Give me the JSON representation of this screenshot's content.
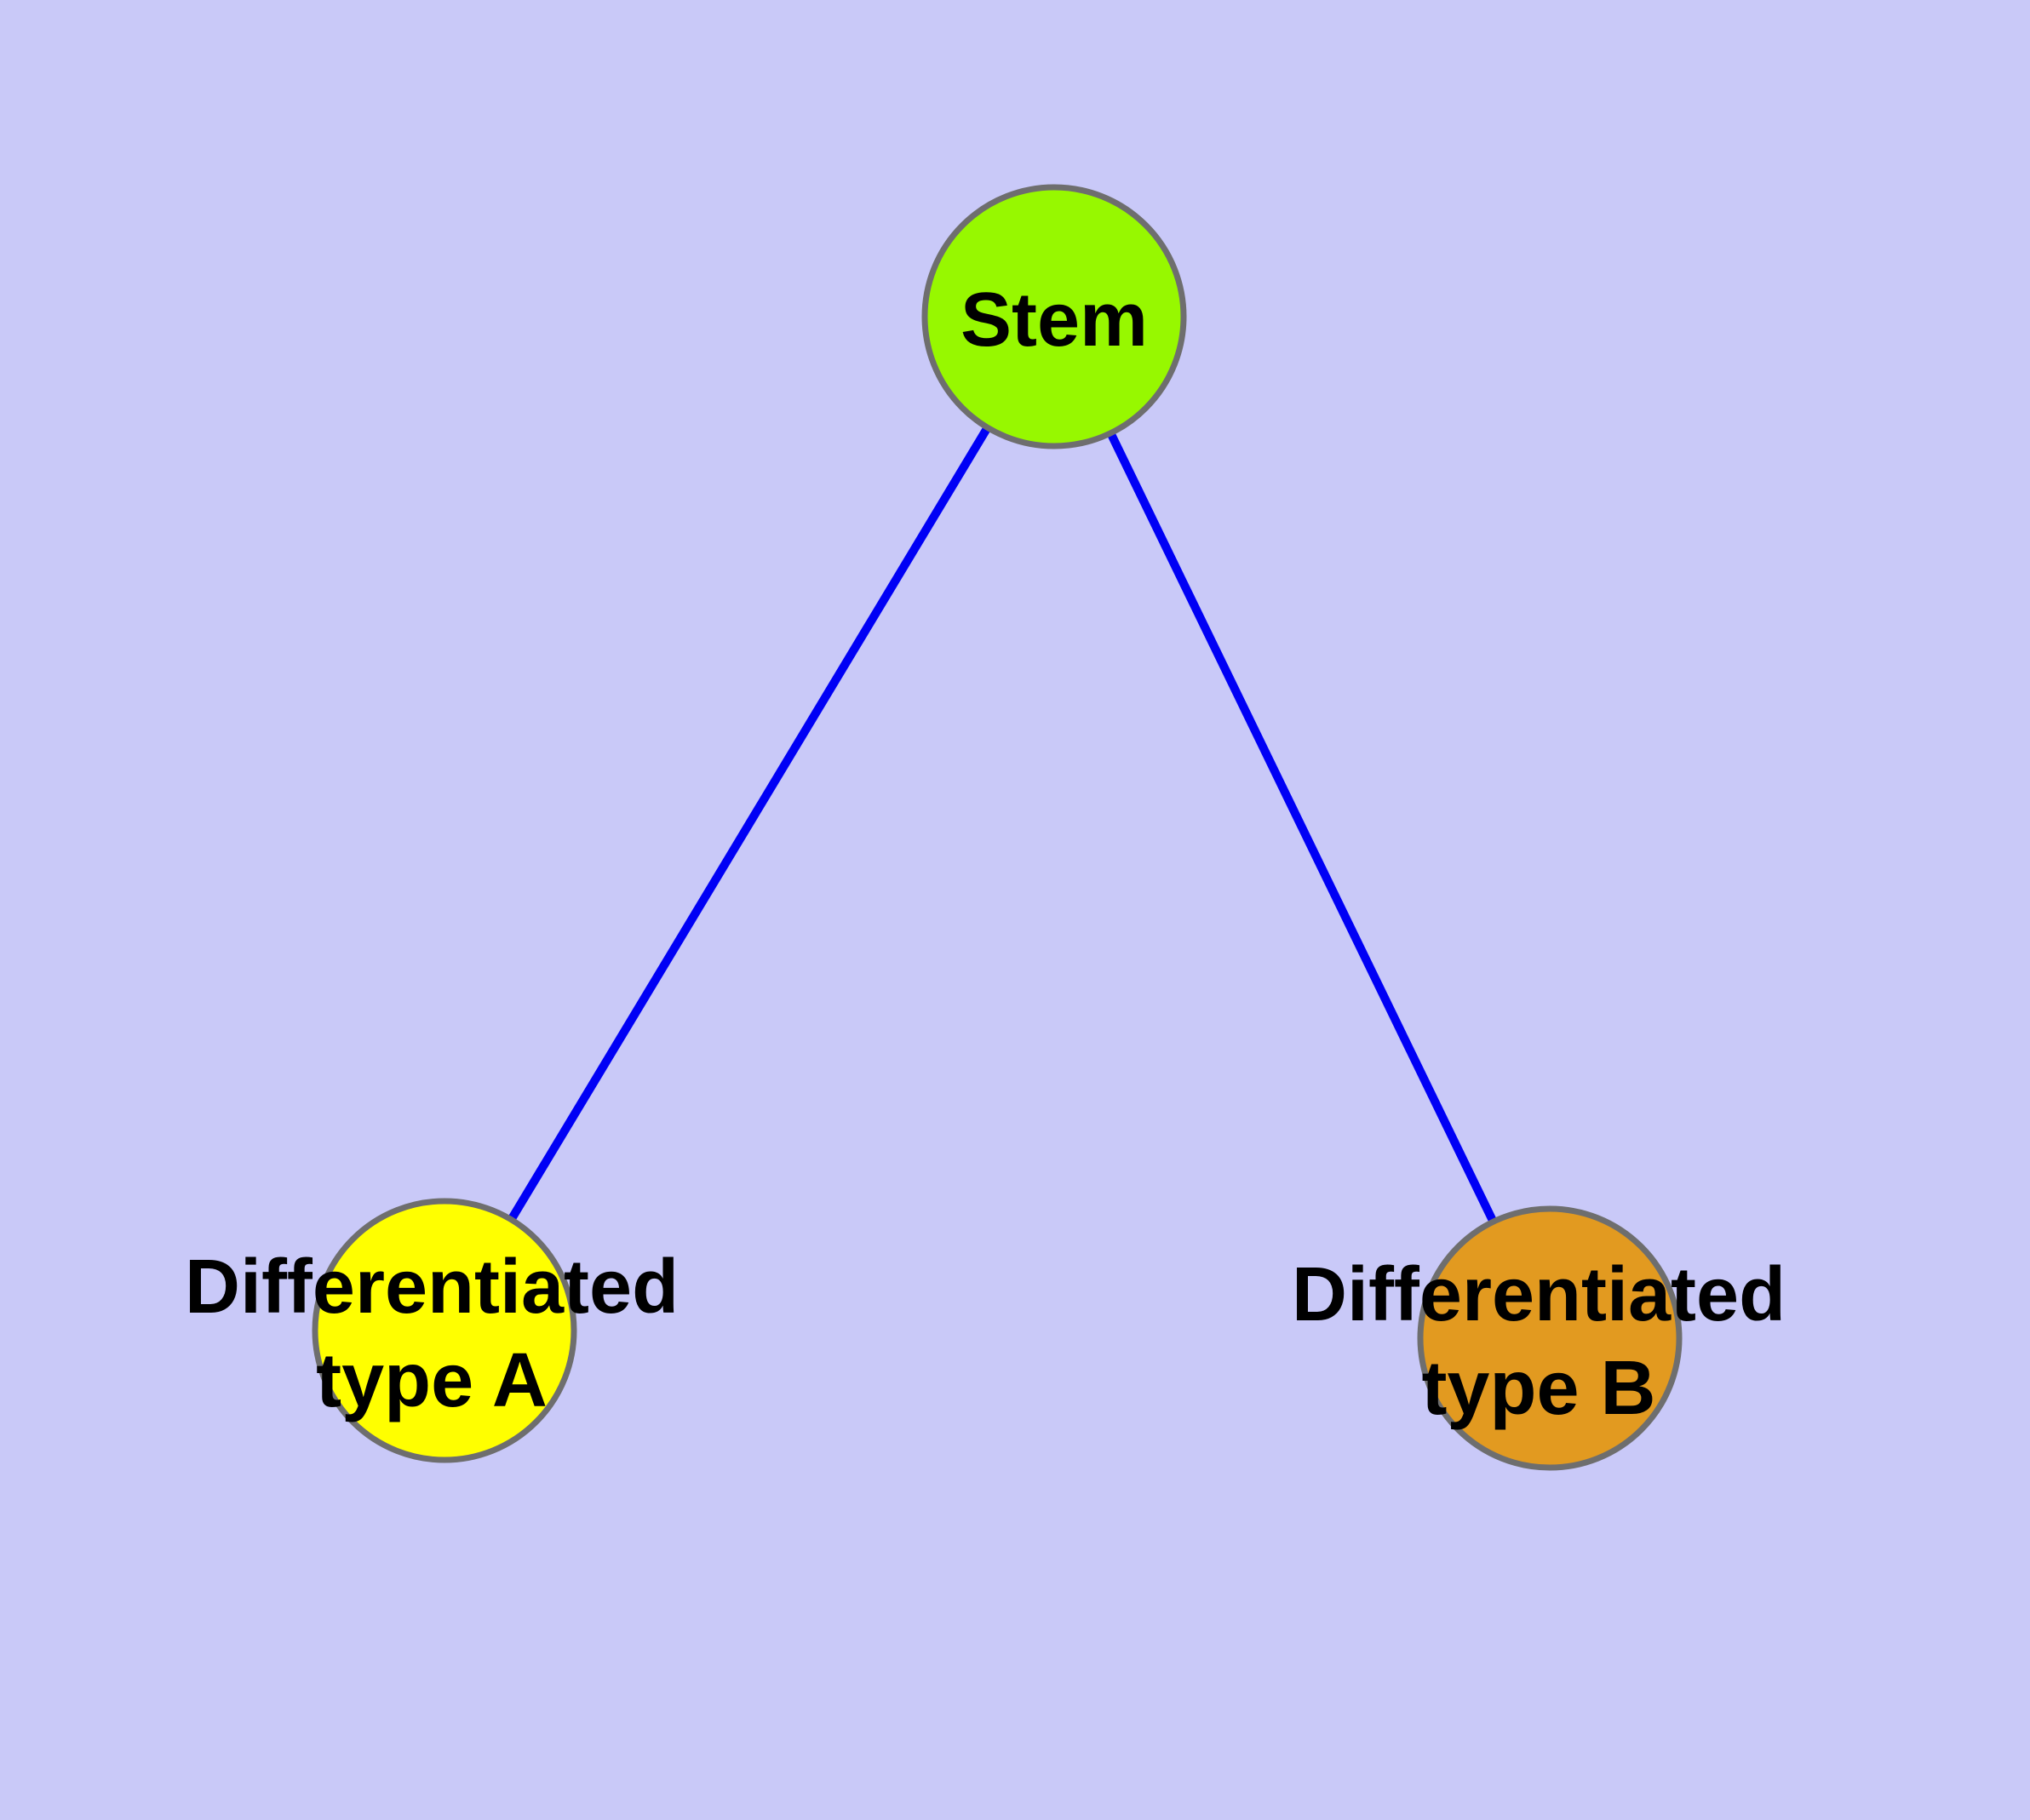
{
  "diagram": {
    "background_color": "#C9C9F8",
    "edge_color": "#0000F5",
    "node_border_color": "#6E6E6E",
    "label_text_color": "#000000",
    "nodes": [
      {
        "id": "stem",
        "label": "Stem",
        "fill": "#97F800"
      },
      {
        "id": "type-a",
        "label": "Differentiated\ntype A",
        "fill": "#FFFF00"
      },
      {
        "id": "type-b",
        "label": "Differentiated\ntype B",
        "fill": "#E29A20"
      }
    ],
    "edges": [
      {
        "from": "stem",
        "to": "type-a"
      },
      {
        "from": "stem",
        "to": "type-b"
      }
    ]
  }
}
